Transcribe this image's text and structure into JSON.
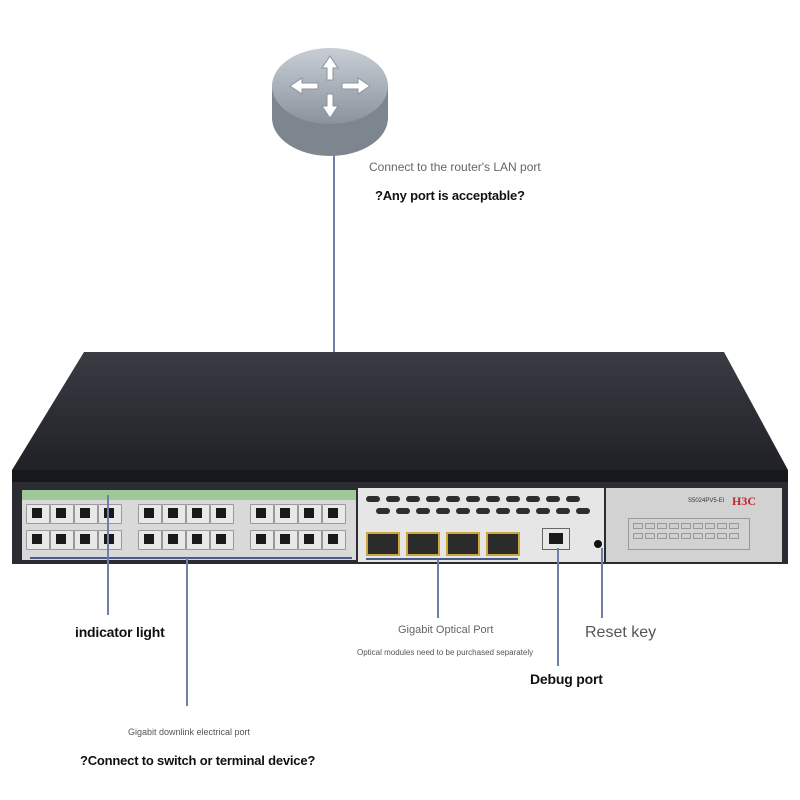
{
  "router": {
    "caption": "Connect to the router's LAN port",
    "note": "?Any port is acceptable?"
  },
  "switch": {
    "brand": "H3C",
    "model": "S5024PV5-EI"
  },
  "labels": {
    "indicator": "indicator light",
    "optical_title": "Gigabit Optical Port",
    "optical_note": "Optical modules need to be purchased separately",
    "reset": "Reset key",
    "debug": "Debug port",
    "downlink_title": "Gigabit downlink electrical port",
    "downlink_note": "?Connect to switch or terminal device?"
  },
  "colors": {
    "leader_line": "#6f7fa8",
    "router_gray": "#9aa3ad",
    "chassis": "#2b2d33"
  }
}
